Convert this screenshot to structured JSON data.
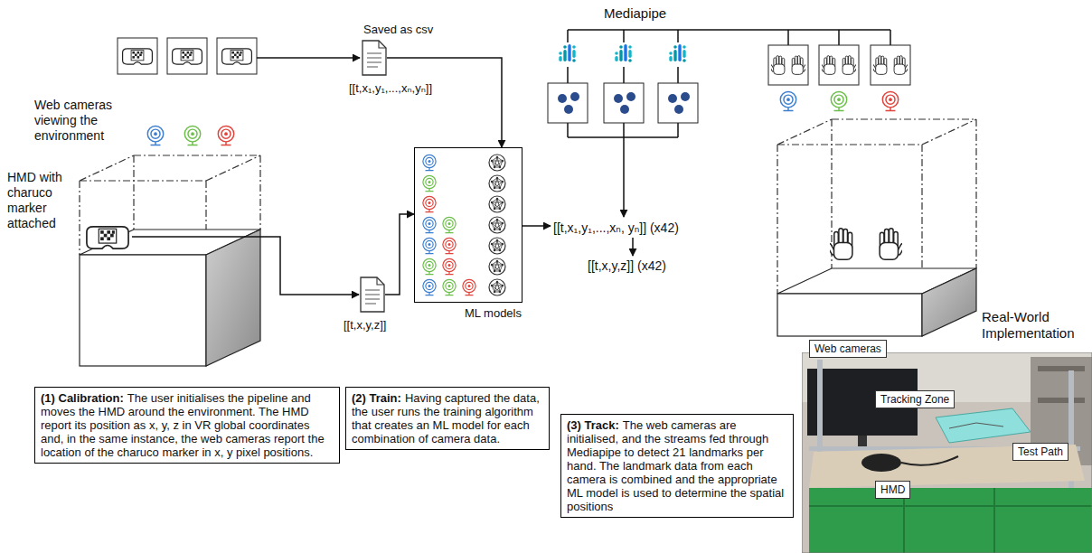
{
  "diagram": {
    "nodes": [
      {
        "text": [
          "Saved as csv",
          "[[t,x₁,y₁,...,xₙ,yₙ]]"
        ]
      },
      {
        "text": [
          "[[t,x,y,z]]"
        ]
      },
      {
        "text": [
          "ML models"
        ]
      },
      {
        "text": [
          "(1) Calibration:",
          "The user initialises the pipeline and moves the HMD around the environment. The HMD report its position as x, y, z in VR global coordinates and, in the same instance, the web cameras report the location of the charuco marker in x, y pixel positions."
        ]
      },
      {
        "text": [
          "(2) Train:",
          "Having captured the data, the user runs the training algorithm that creates an ML model for each combination of camera data."
        ]
      },
      {
        "text": [
          "(3) Track:",
          "The web cameras are initialised, and the streams fed through Mediapipe to detect 21 landmarks per hand. The landmark data from each camera is combined and the appropriate ML model is used to determine the spatial positions"
        ]
      },
      {
        "text": [
          "Web cameras"
        ]
      },
      {
        "text": [
          "Tracking Zone"
        ]
      },
      {
        "text": [
          "Test Path"
        ]
      },
      {
        "text": [
          "HMD"
        ]
      }
    ],
    "edges": [
      {
        "from": 0,
        "to": 2,
        "arrow": "to"
      },
      {
        "from": 1,
        "to": 2,
        "arrow": "to"
      }
    ],
    "labels": [
      "Mediapipe",
      "Web cameras viewing the environment",
      "HMD with charuco marker attached",
      "[[t,x₁,y₁,...,xₙ, yₙ]] (x42)",
      "[[t,x,y,z]] (x42)",
      "Real-World Implementation"
    ]
  }
}
